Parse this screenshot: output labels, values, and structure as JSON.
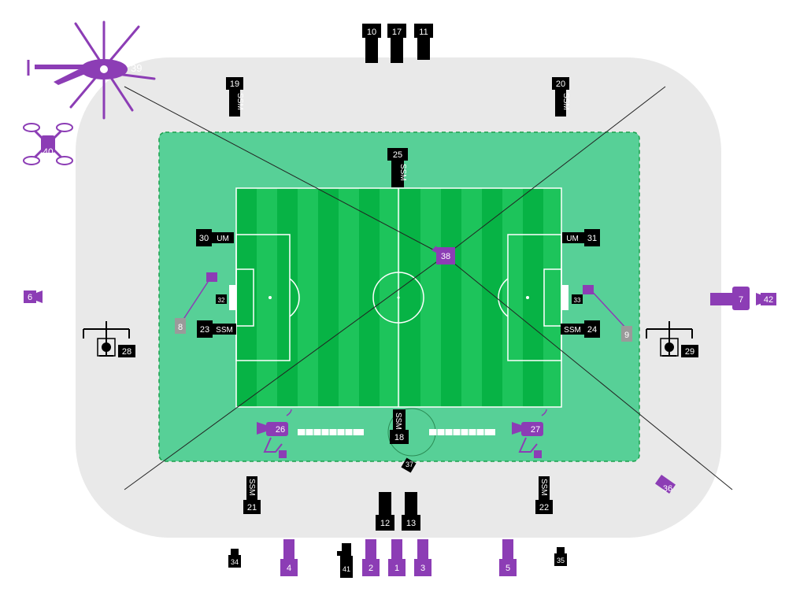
{
  "colors": {
    "stadium": "#e9e9e9",
    "pitch_zone": "#57d097",
    "pitch_dark": "#07b345",
    "pitch_light": "#1dc45b",
    "camera_black": "#000000",
    "camera_purple": "#8c3db5",
    "camera_grey": "#9a9a9a"
  },
  "cameras": {
    "c1": "1",
    "c2": "2",
    "c3": "3",
    "c4": "4",
    "c5": "5",
    "c6": "6",
    "c7": "7",
    "c8": "8",
    "c9": "9",
    "c10": "10",
    "c11": "11",
    "c12": "12",
    "c13": "13",
    "c17": "17",
    "c18": "18",
    "c19": "19",
    "c20": "20",
    "c21": "21",
    "c22": "22",
    "c23": "23",
    "c24": "24",
    "c25": "25",
    "c26": "26",
    "c27": "27",
    "c28": "28",
    "c29": "29",
    "c30": "30",
    "c31": "31",
    "c32": "32",
    "c33": "33",
    "c34": "34",
    "c35": "35",
    "c36": "36",
    "c37": "37",
    "c38": "38",
    "c39": "39",
    "c40": "40",
    "c41": "41",
    "c42": "42"
  },
  "tags": {
    "ssm": "SSM",
    "um": "UM"
  },
  "icons": {
    "helicopter": "helicopter-icon",
    "drone": "drone-icon",
    "crane": "crane-icon",
    "steadicam": "steadicam-icon",
    "tripod_camera": "camera-icon",
    "rail": "rail-camera-icon"
  }
}
